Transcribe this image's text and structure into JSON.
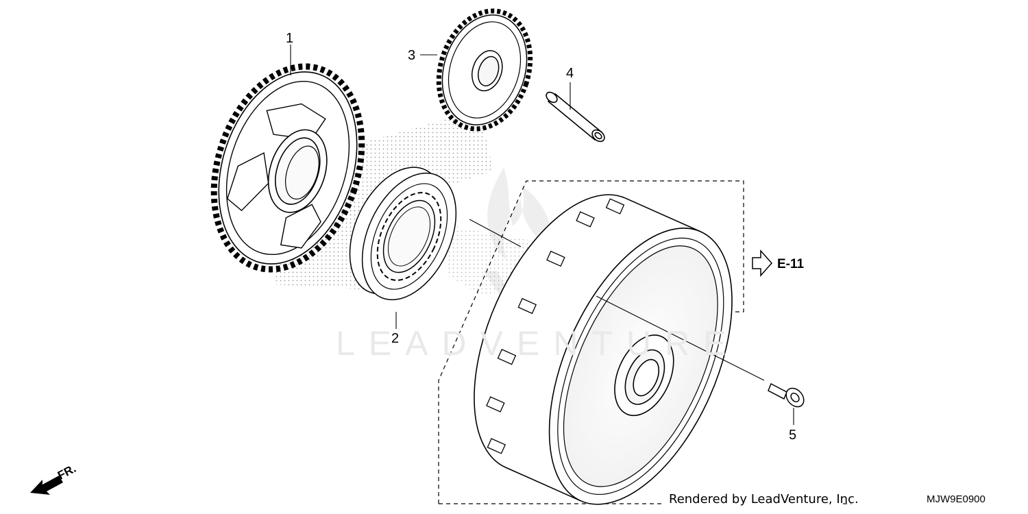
{
  "callouts": {
    "part1": "1",
    "part2": "2",
    "part3": "3",
    "part4": "4",
    "part5": "5"
  },
  "reference": {
    "label": "E-11"
  },
  "direction": {
    "label": "FR."
  },
  "footer": {
    "credit": "Rendered by LeadVenture, Inc.",
    "diagram_code": "MJW9E0900"
  },
  "watermark": {
    "text": "LEADVENTURE"
  },
  "icons": [
    "flame-logo-watermark",
    "hollow-arrow-icon",
    "front-direction-arrow-icon"
  ]
}
